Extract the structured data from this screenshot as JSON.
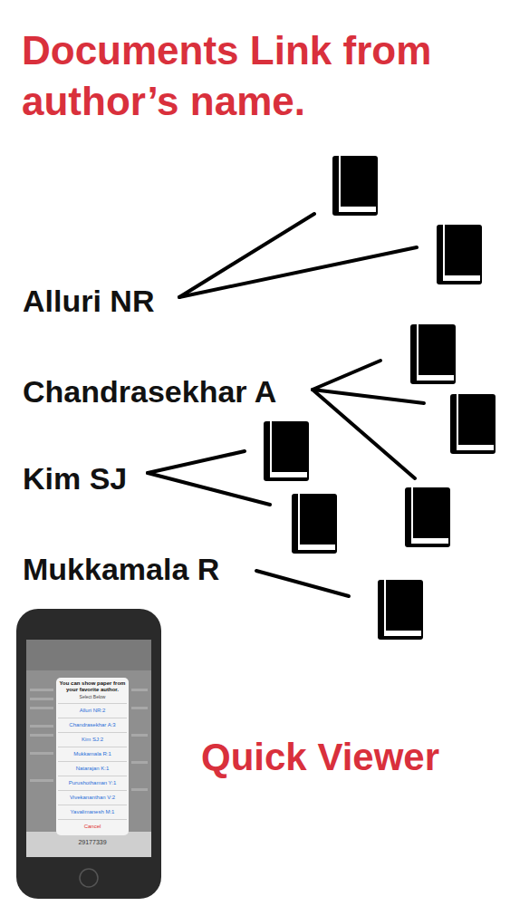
{
  "diagram": {
    "title": "Documents Link from author’s name.",
    "nodes": [
      {
        "text": [
          "You can show paper from your favorite author.",
          "Select Below",
          "Alluri NR:2",
          "Chandrasekhar A:3",
          "Kim SJ:2",
          "Mukkamala R:1",
          "Natarajan K:1",
          "Purushothaman Y:1",
          "Vivekananthan V:2",
          "Yavalimanesh M:1",
          "Cancel"
        ]
      }
    ],
    "labels": [
      "Alluri NR",
      "Chandrasekhar A",
      "Kim SJ",
      "Mukkamala R",
      "Quick Viewer",
      "29177339"
    ]
  }
}
